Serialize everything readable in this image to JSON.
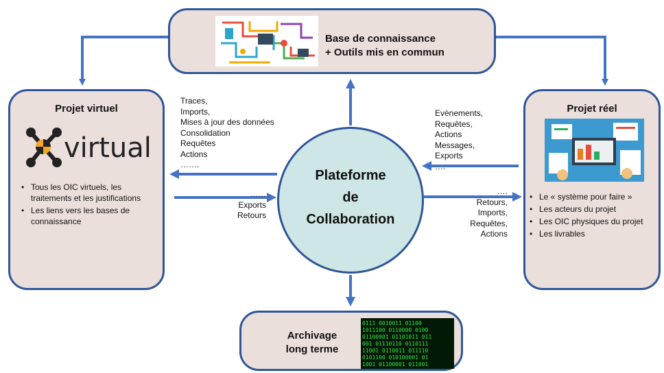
{
  "knowledge_base": {
    "title": "Base de connaissance\n+ Outils mis en commun"
  },
  "projet_virtuel": {
    "title": "Projet virtuel",
    "logo_text": "virtual",
    "bullets": [
      "Tous les OIC virtuels, les traitements et les justifications",
      "Les liens vers les bases de connaissance"
    ]
  },
  "projet_reel": {
    "title": "Projet réel",
    "bullets": [
      "Le « système pour faire »",
      "Les acteurs du projet",
      "Les OIC physiques du projet",
      "Les livrables"
    ]
  },
  "platform": {
    "title": "Plateforme\nde\nCollaboration"
  },
  "archive": {
    "title": "Archivage\nlong terme"
  },
  "flows": {
    "platform_to_virtual": "Traces,\nImports,\nMises à jour des données\nConsolidation\nRequêtes\nActions\n…….",
    "virtual_to_platform": "……\nExports\nRetours",
    "real_to_platform": "Evènements,\nRequêtes,\nActions\nMessages,\nExports\n….",
    "platform_to_real": "….\nRetours,\nImports,\nRequêtes,\nActions"
  },
  "colors": {
    "border": "#2f5597",
    "box_fill": "#ebdfdb",
    "platform_fill": "#cfe6e6",
    "arrow": "#4472c4"
  },
  "icons": [
    "network-illustration",
    "virtual-logo-icon",
    "workspace-illustration",
    "binary-code-illustration"
  ]
}
